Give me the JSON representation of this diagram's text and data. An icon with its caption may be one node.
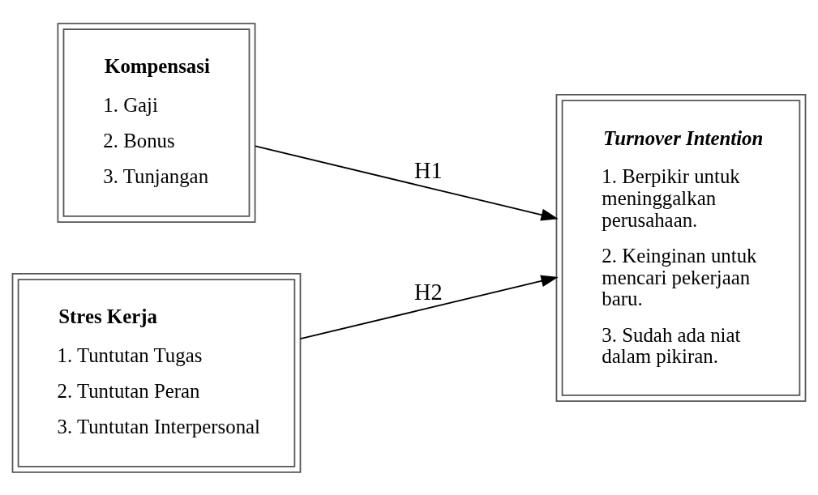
{
  "diagram": {
    "nodes": [
      {
        "text": [
          "Kompensasi",
          "1. Gaji",
          "2. Bonus",
          "3. Tunjangan"
        ]
      },
      {
        "text": [
          "Stres Kerja",
          "1. Tuntutan Tugas",
          "2. Tuntutan Peran",
          "3. Tuntutan Interpersonal"
        ]
      },
      {
        "text": [
          "Turnover Intention",
          "1. Berpikir untuk meninggalkan perusahaan.",
          "2. Keinginan untuk mencari pekerjaan baru.",
          "3. Sudah ada niat dalam pikiran."
        ]
      }
    ],
    "edges": [
      {
        "from": 0,
        "to": 2,
        "arrow": "to",
        "label": "H1"
      },
      {
        "from": 1,
        "to": 2,
        "arrow": "to",
        "label": "H2"
      }
    ]
  }
}
